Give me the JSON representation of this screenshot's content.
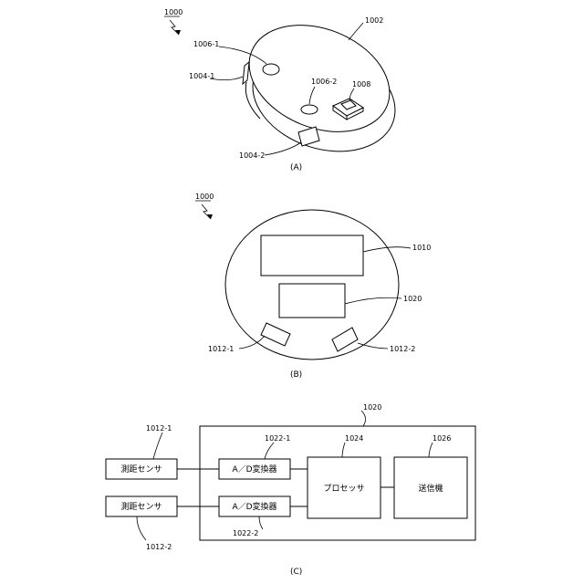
{
  "figA": {
    "ref_device": "1000",
    "ref_body": "1002",
    "ref_sensor_top": "1006-1",
    "ref_sensor_mid": "1006-2",
    "ref_switch": "1008",
    "ref_window_left": "1004-1",
    "ref_window_front": "1004-2",
    "caption": "(A)"
  },
  "figB": {
    "ref_device": "1000",
    "ref_board": "1010",
    "ref_circuit": "1020",
    "ref_sensor_left": "1012-1",
    "ref_sensor_right": "1012-2",
    "caption": "(B)"
  },
  "figC": {
    "ref_block": "1020",
    "ref_sensor1": "1012-1",
    "ref_sensor2": "1012-2",
    "ref_adc1": "1022-1",
    "ref_adc2": "1022-2",
    "ref_processor": "1024",
    "ref_transmitter": "1026",
    "sensor1_label": "測距センサ",
    "sensor2_label": "測距センサ",
    "adc1_label": "A／D変換器",
    "adc2_label": "A／D変換器",
    "processor_label": "プロセッサ",
    "transmitter_label": "送信機",
    "caption": "(C)"
  }
}
